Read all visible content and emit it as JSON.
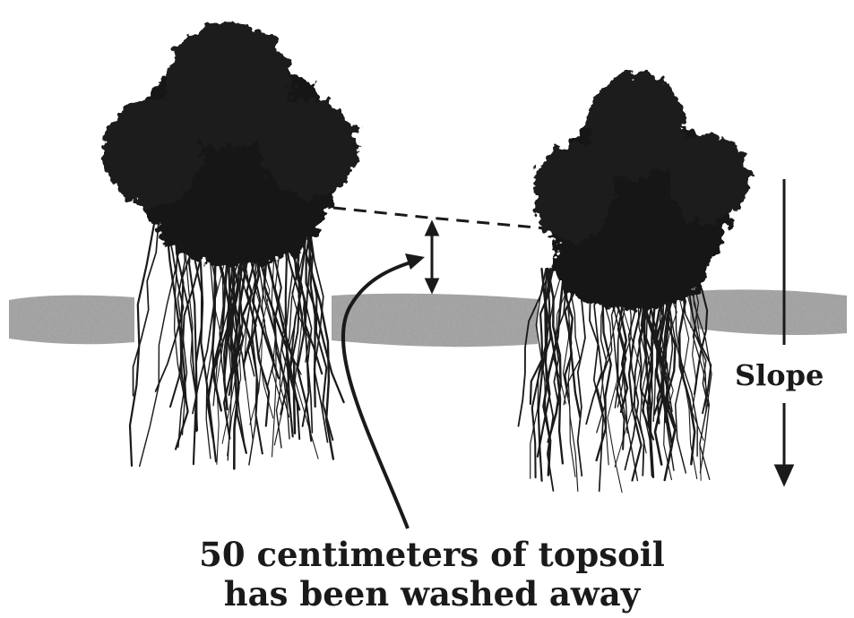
{
  "diagram": {
    "slope_label": "Slope",
    "caption_line1": "50 centimeters of topsoil",
    "caption_line2": "has been washed away"
  },
  "colors": {
    "ink": "#1a1a1a",
    "soil": "#9a9a9a",
    "background": "#ffffff"
  },
  "icons": {
    "plant_left": "grass-clump-exposed-roots-icon",
    "plant_right": "grass-clump-sunken-icon",
    "slope_arrow": "arrow-up-down-icon",
    "depth_marker": "double-arrow-vertical-icon"
  }
}
